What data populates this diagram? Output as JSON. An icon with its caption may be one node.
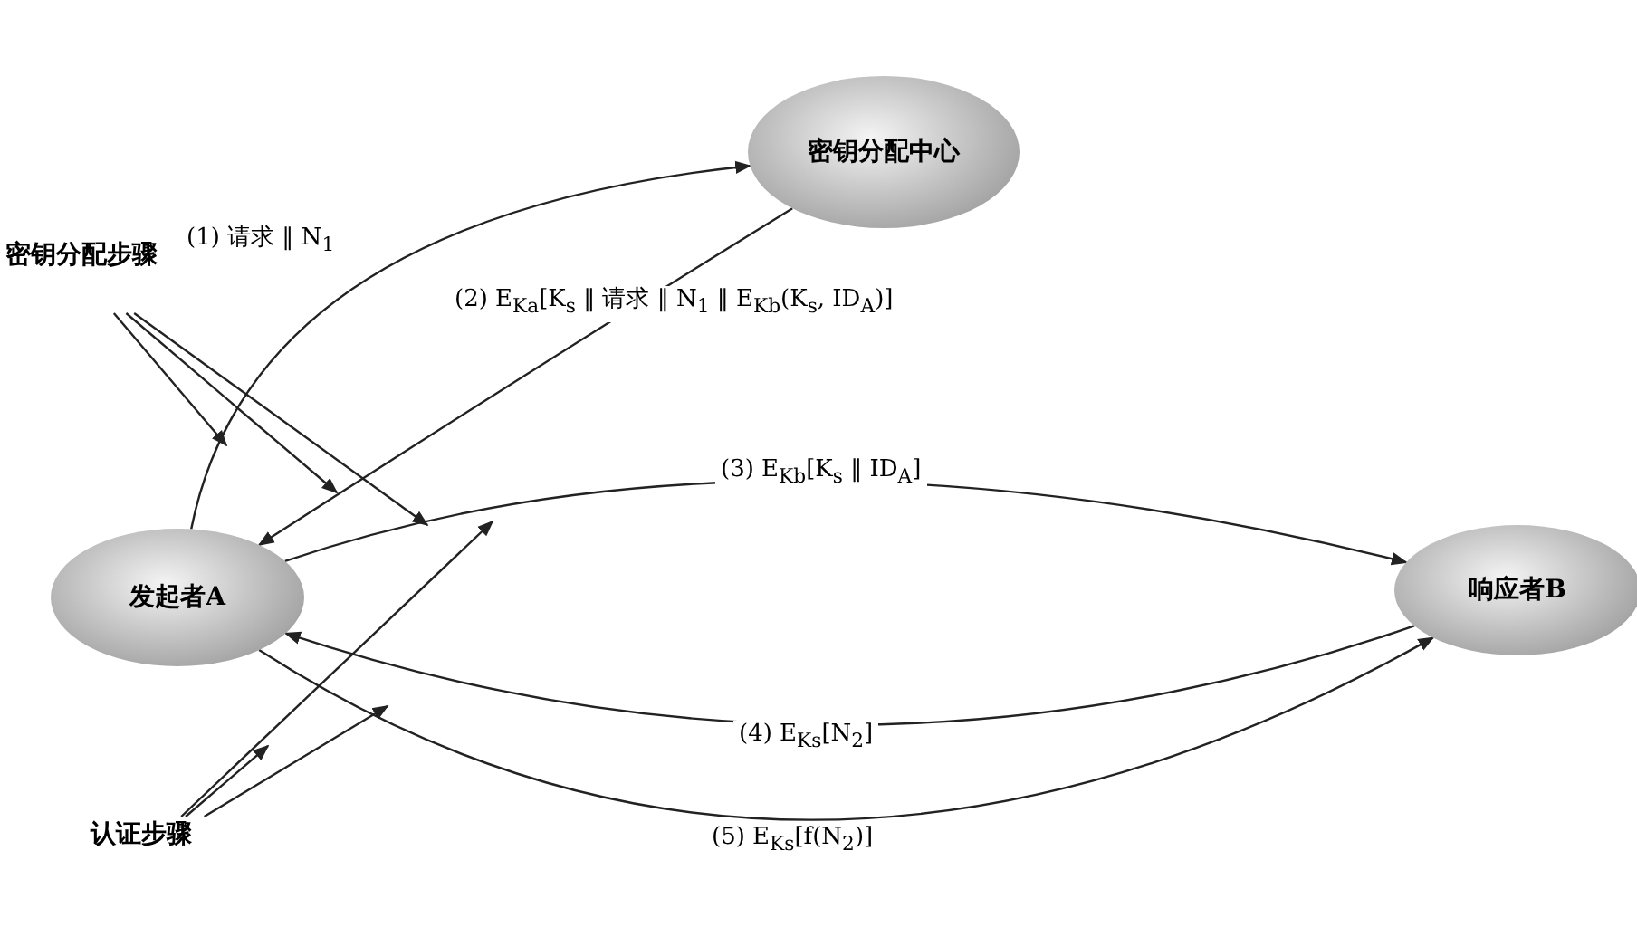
{
  "diagram": {
    "nodes": [
      {
        "text": [
          "密钥分配中心"
        ]
      },
      {
        "text": [
          "发起者A"
        ]
      },
      {
        "text": [
          "响应者B"
        ]
      },
      {
        "text": [
          "密钥分配步骤"
        ]
      },
      {
        "text": [
          "认证步骤"
        ]
      }
    ],
    "edges": [
      {
        "from": 1,
        "to": 0,
        "arrow": "to",
        "label": "(1) 请求 ‖ N$_{1}$"
      },
      {
        "from": 0,
        "to": 1,
        "arrow": "to",
        "label": "(2) E$_{Ka}$[K$_{s}$ ‖ 请求 ‖ N$_{1}$ ‖ E$_{Kb}$(K$_{s}$, ID$_{A}$)]"
      },
      {
        "from": 1,
        "to": 2,
        "arrow": "to",
        "label": "(3) E$_{Kb}$[K$_{s}$ ‖ ID$_{A}$]"
      },
      {
        "from": 2,
        "to": 1,
        "arrow": "to",
        "label": "(4) E$_{Ks}$[N$_{2}$]"
      },
      {
        "from": 1,
        "to": 2,
        "arrow": "to",
        "label": "(5) E$_{Ks}$[f(N$_{2}$)]"
      },
      {
        "from": 3,
        "to": null,
        "arrow": "to"
      },
      {
        "from": 3,
        "to": null,
        "arrow": "to"
      },
      {
        "from": 3,
        "to": null,
        "arrow": "to"
      },
      {
        "from": 4,
        "to": null,
        "arrow": "to"
      },
      {
        "from": 4,
        "to": null,
        "arrow": "to"
      },
      {
        "from": 4,
        "to": null,
        "arrow": "to"
      }
    ]
  }
}
